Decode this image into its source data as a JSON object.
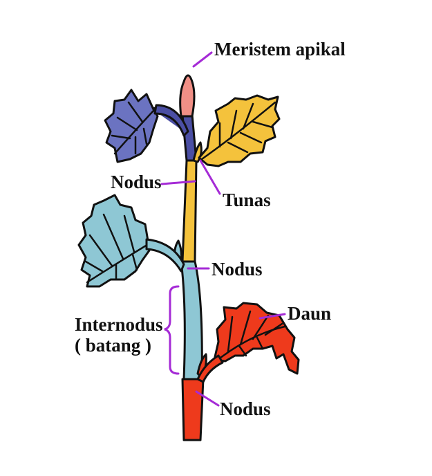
{
  "labels": {
    "meristem": "Meristem apikal",
    "tunas": "Tunas",
    "nodus_upper": "Nodus",
    "nodus_middle": "Nodus",
    "nodus_lower": "Nodus",
    "internodus_line1": "Internodus",
    "internodus_line2": "( batang )",
    "daun": "Daun"
  },
  "colors": {
    "leaf_blue": "#6b73c1",
    "leaf_yellow": "#f4c23c",
    "leaf_teal": "#8ec7d4",
    "leaf_red": "#ee3a1c",
    "stem_top": "#4b4fa4",
    "stem_yellow": "#f4c23c",
    "stem_teal": "#8ec7d4",
    "stem_red": "#ee3a1c",
    "meristem_bud": "#f08f86",
    "leader": "#a52bd6"
  }
}
